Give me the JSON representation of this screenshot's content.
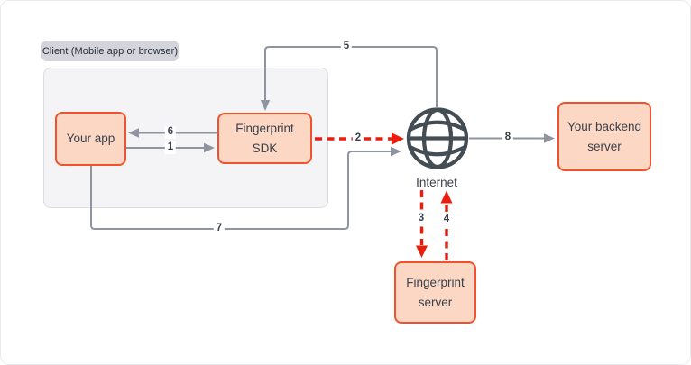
{
  "client_group": {
    "label": "Client (Mobile app or browser)"
  },
  "nodes": {
    "your_app": {
      "label": "Your app"
    },
    "fingerprint_sdk": {
      "label": "Fingerprint SDK"
    },
    "internet": {
      "label": "Internet"
    },
    "your_backend_server": {
      "label": "Your backend server"
    },
    "fingerprint_server": {
      "label": "Fingerprint server"
    }
  },
  "flows": [
    {
      "label": "1",
      "from": "Your app",
      "to": "Fingerprint SDK",
      "style": "solid-gray"
    },
    {
      "label": "2",
      "from": "Fingerprint SDK",
      "to": "Internet",
      "style": "dashed-red"
    },
    {
      "label": "3",
      "from": "Internet",
      "to": "Fingerprint server",
      "style": "dashed-red"
    },
    {
      "label": "4",
      "from": "Fingerprint server",
      "to": "Internet",
      "style": "dashed-red"
    },
    {
      "label": "5",
      "from": "Internet",
      "to": "Fingerprint SDK",
      "style": "solid-gray"
    },
    {
      "label": "6",
      "from": "Fingerprint SDK",
      "to": "Your app",
      "style": "solid-gray"
    },
    {
      "label": "7",
      "from": "Your app",
      "to": "Internet",
      "style": "solid-gray"
    },
    {
      "label": "8",
      "from": "Internet",
      "to": "Your backend server",
      "style": "solid-gray"
    }
  ],
  "icons": {
    "internet": "globe-icon"
  },
  "colors": {
    "node_fill": "#FCD8C4",
    "node_border": "#F0532B",
    "arrow_gray": "#8E95A0",
    "arrow_red": "#EB1D0D",
    "globe_stroke": "#454D54",
    "text": "#3A414B",
    "group_fill": "#F4F4F6",
    "group_border": "#DBDDE1",
    "pill_fill": "#D3D5DB"
  }
}
